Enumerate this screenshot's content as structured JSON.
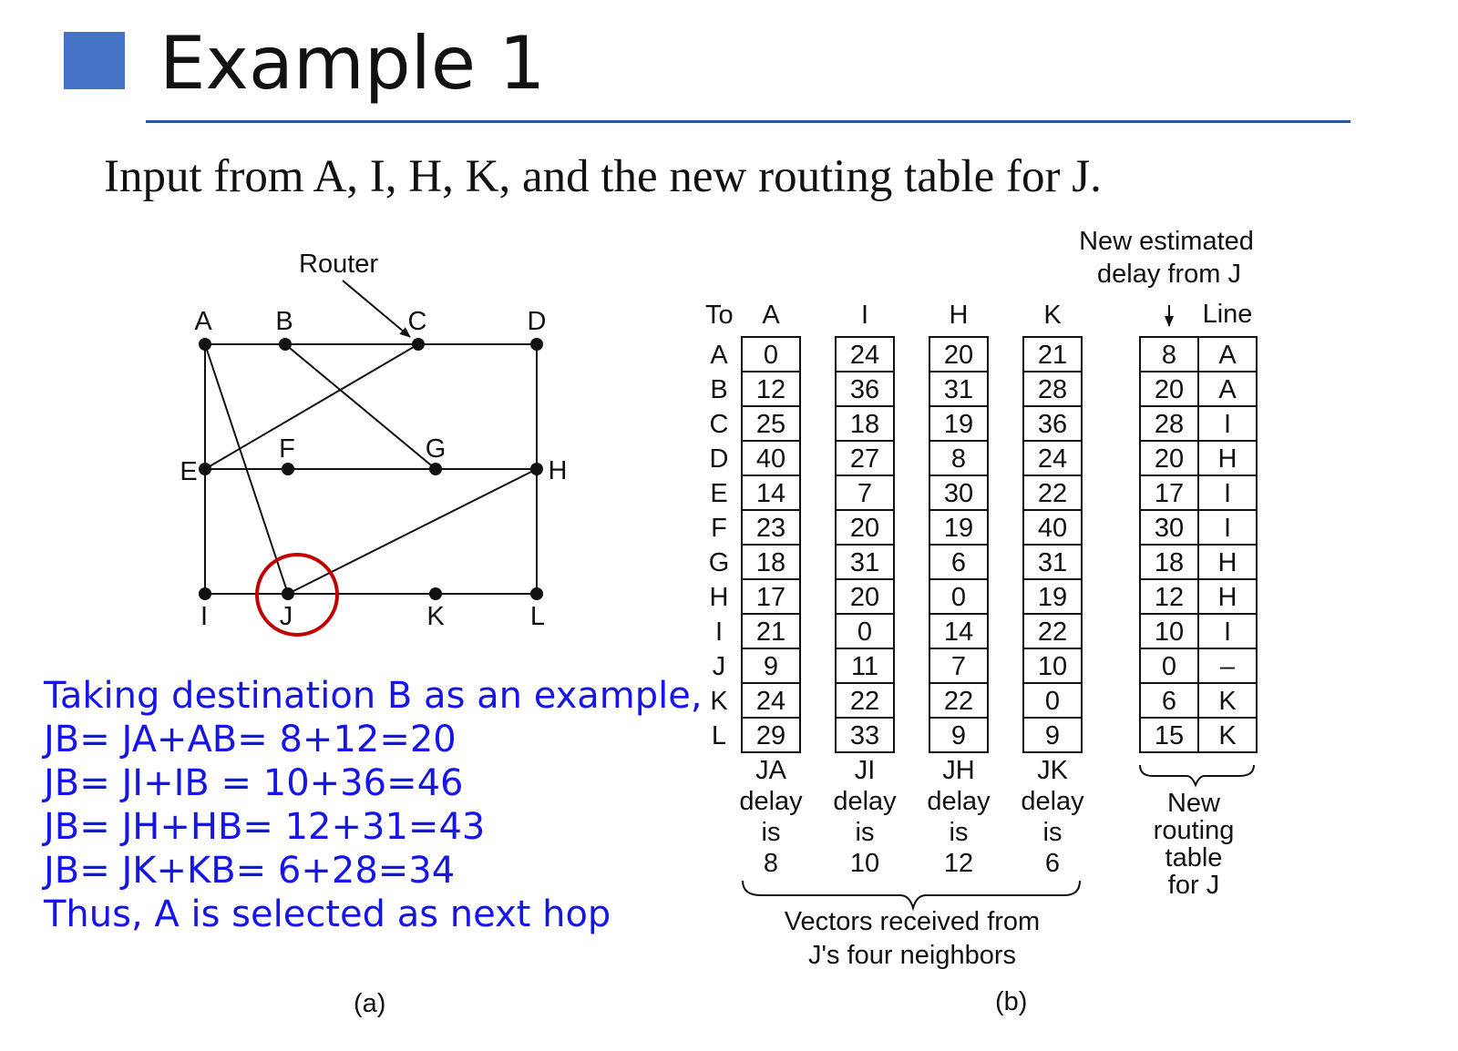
{
  "slide": {
    "title": "Example 1",
    "subtitle": "Input from A, I, H, K, and the new routing table for J."
  },
  "network": {
    "router_label": "Router",
    "nodes": [
      "A",
      "B",
      "C",
      "D",
      "E",
      "F",
      "G",
      "H",
      "I",
      "J",
      "K",
      "L"
    ],
    "links": [
      [
        "A",
        "B"
      ],
      [
        "B",
        "C"
      ],
      [
        "C",
        "D"
      ],
      [
        "A",
        "E"
      ],
      [
        "D",
        "H"
      ],
      [
        "A",
        "J"
      ],
      [
        "E",
        "C"
      ],
      [
        "B",
        "G"
      ],
      [
        "E",
        "F"
      ],
      [
        "F",
        "G"
      ],
      [
        "G",
        "H"
      ],
      [
        "E",
        "I"
      ],
      [
        "I",
        "J"
      ],
      [
        "J",
        "K"
      ],
      [
        "K",
        "L"
      ],
      [
        "H",
        "L"
      ],
      [
        "J",
        "H"
      ]
    ],
    "highlight_node": "J",
    "highlight_color": "#C00000",
    "caption": "(a)"
  },
  "explanation": {
    "color": "#1515E6",
    "lines": [
      "Taking destination B as an example,",
      "JB= JA+AB= 8+12=20",
      "JB= JI+IB = 10+36=46",
      "JB= JH+HB= 12+31=43",
      "JB= JK+KB= 6+28=34",
      "Thus, A is selected as next hop"
    ]
  },
  "routing": {
    "to_label": "To",
    "destinations": [
      "A",
      "B",
      "C",
      "D",
      "E",
      "F",
      "G",
      "H",
      "I",
      "J",
      "K",
      "L"
    ],
    "neighbors": [
      {
        "name": "A",
        "values": [
          "0",
          "12",
          "25",
          "40",
          "14",
          "23",
          "18",
          "17",
          "21",
          "9",
          "24",
          "29"
        ],
        "delay_caption": [
          "JA",
          "delay",
          "is",
          "8"
        ]
      },
      {
        "name": "I",
        "values": [
          "24",
          "36",
          "18",
          "27",
          "7",
          "20",
          "31",
          "20",
          "0",
          "11",
          "22",
          "33"
        ],
        "delay_caption": [
          "JI",
          "delay",
          "is",
          "10"
        ]
      },
      {
        "name": "H",
        "values": [
          "20",
          "31",
          "19",
          "8",
          "30",
          "19",
          "6",
          "0",
          "14",
          "7",
          "22",
          "9"
        ],
        "delay_caption": [
          "JH",
          "delay",
          "is",
          "12"
        ]
      },
      {
        "name": "K",
        "values": [
          "21",
          "28",
          "36",
          "24",
          "22",
          "40",
          "31",
          "19",
          "22",
          "10",
          "0",
          "9"
        ],
        "delay_caption": [
          "JK",
          "delay",
          "is",
          "6"
        ]
      }
    ],
    "new_table": {
      "estimate_label": [
        "New estimated",
        "delay from J"
      ],
      "line_header": "Line",
      "delays": [
        "8",
        "20",
        "28",
        "20",
        "17",
        "30",
        "18",
        "12",
        "10",
        "0",
        "6",
        "15"
      ],
      "lines": [
        "A",
        "A",
        "I",
        "H",
        "I",
        "I",
        "H",
        "H",
        "I",
        "–",
        "K",
        "K"
      ],
      "caption": [
        "New",
        "routing",
        "table",
        "for J"
      ]
    },
    "vectors_caption": [
      "Vectors received from",
      "J's four neighbors"
    ],
    "caption": "(b)"
  }
}
